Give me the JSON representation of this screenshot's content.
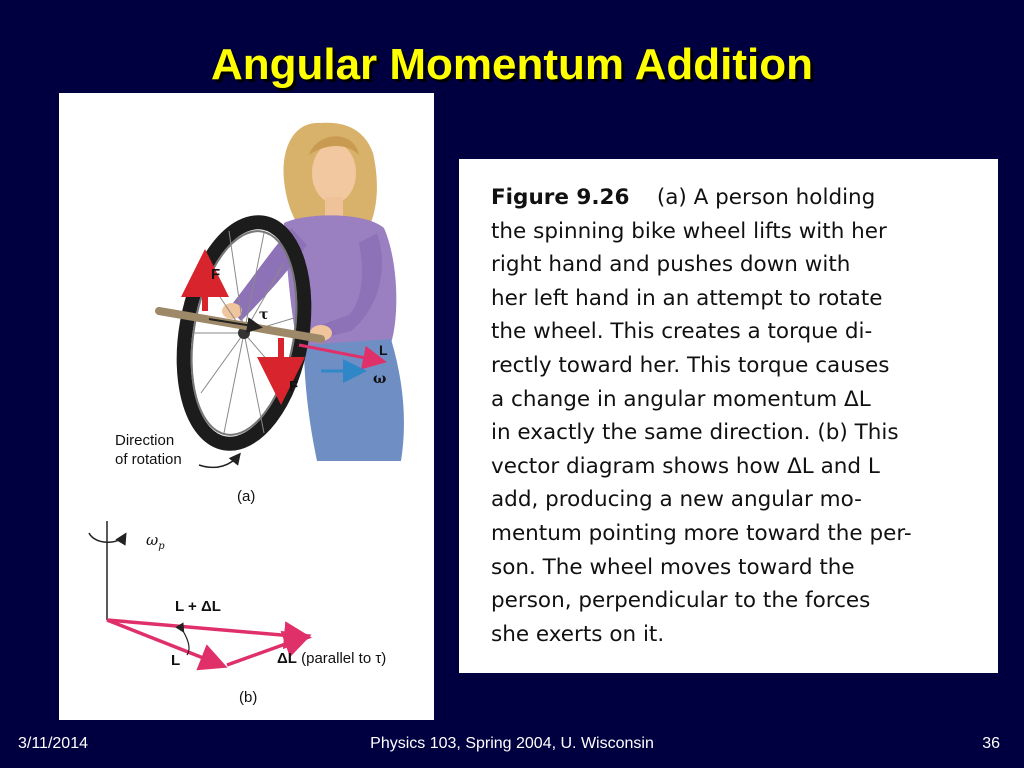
{
  "slide": {
    "title": "Angular Momentum Addition",
    "footer": {
      "date": "3/11/2014",
      "course": "Physics 103, Spring 2004, U. Wisconsin",
      "page": "36"
    }
  },
  "figure_a": {
    "force_label_top": "F",
    "force_label_bottom": "F",
    "torque_label": "τ",
    "angular_momentum_label": "L",
    "omega_label": "ω",
    "rotation_note_line1": "Direction",
    "rotation_note_line2": "of rotation",
    "panel_label": "(a)",
    "colors": {
      "force": "#d8242c",
      "momentum": "#e0306a",
      "omega": "#2f87c8",
      "shirt": "#9a7fc1",
      "jeans": "#6f8fc4"
    }
  },
  "figure_b": {
    "omega_p": "ω",
    "omega_p_sub": "p",
    "sum_label": "L + ΔL",
    "l_label": "L",
    "delta_l_label": "ΔL",
    "parallel_note": " (parallel to τ)",
    "panel_label": "(b)"
  },
  "caption": {
    "figure_label": "Figure 9.26",
    "lines": [
      "(a) A person holding",
      "the spinning bike wheel lifts with her",
      "right hand and pushes down with",
      "her left hand in an attempt to rotate",
      "the wheel. This creates a torque di-",
      "rectly toward her. This torque causes",
      "a change in angular momentum ΔL",
      "in exactly the same direction. (b) This",
      "vector diagram shows how ΔL and L",
      "add, producing a new angular mo-",
      "mentum pointing more toward the per-",
      "son. The wheel moves toward the",
      "person, perpendicular to the forces",
      "she exerts on it."
    ]
  }
}
